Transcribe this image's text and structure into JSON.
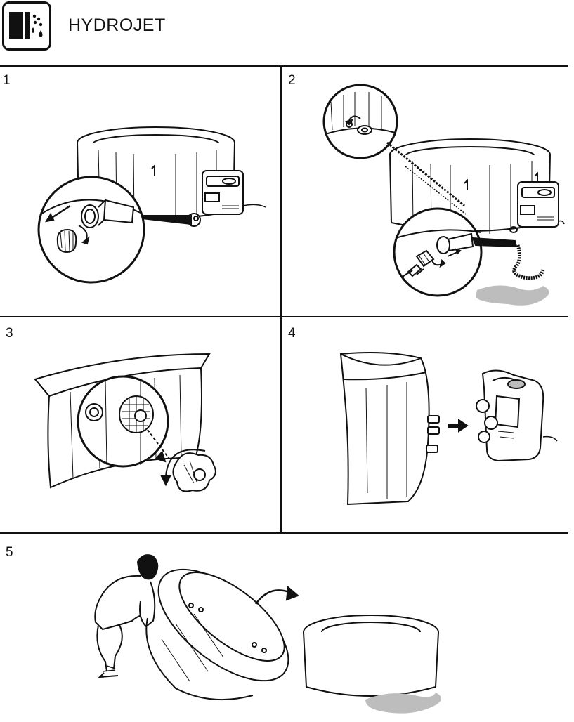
{
  "header": {
    "title": "HYDROJET",
    "icon": "hydrojet-icon"
  },
  "steps": [
    {
      "number": "1"
    },
    {
      "number": "2"
    },
    {
      "number": "3"
    },
    {
      "number": "4"
    },
    {
      "number": "5"
    }
  ],
  "colors": {
    "line": "#111111",
    "water": "#bdbdbd",
    "background": "#ffffff"
  }
}
